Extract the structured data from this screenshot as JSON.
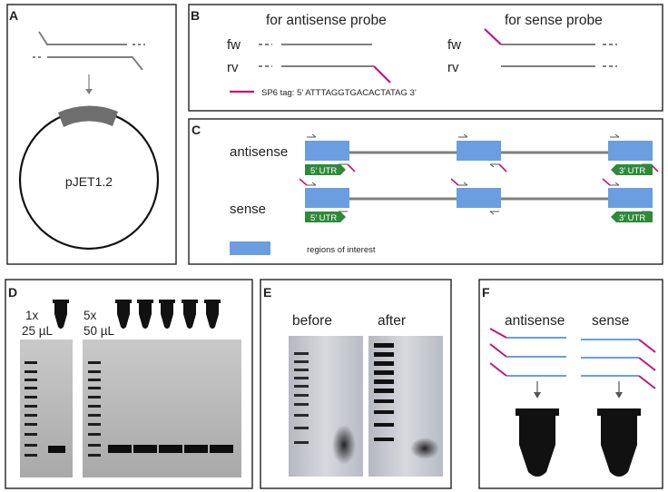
{
  "panels": {
    "A": {
      "letter": "A",
      "plasmid_label": "pJET1.2"
    },
    "B": {
      "letter": "B",
      "antisense_title": "for antisense probe",
      "sense_title": "for sense probe",
      "fw_label": "fw",
      "rv_label": "rv",
      "tag_legend": "SP6 tag: 5’ ATTTAGGTGACACTATAG 3’"
    },
    "C": {
      "letter": "C",
      "antisense_label": "antisense",
      "sense_label": "sense",
      "utr5": "5’ UTR",
      "utr3": "3’ UTR",
      "legend_text": "regions of interest"
    },
    "D": {
      "letter": "D",
      "single_count": "1x",
      "single_volume": "25 µL",
      "multi_count": "5x",
      "multi_volume": "50 µL"
    },
    "E": {
      "letter": "E",
      "before": "before",
      "after": "after"
    },
    "F": {
      "letter": "F",
      "antisense": "antisense",
      "sense": "sense"
    }
  },
  "colors": {
    "gray_line": "#7f7f7f",
    "sp6_tag": "#c0177a",
    "region_blue": "#6a9ee0",
    "utr_green": "#2e8a3a",
    "panel_border": "#222222",
    "tube": "#111111"
  }
}
